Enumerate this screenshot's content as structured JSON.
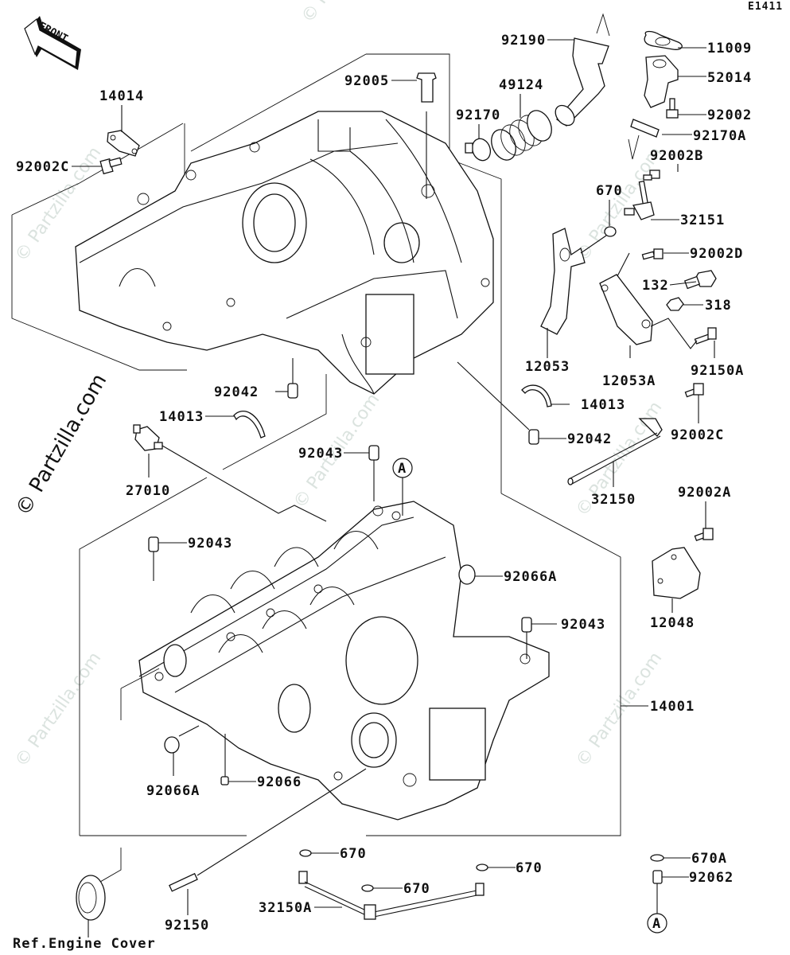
{
  "diagram": {
    "code": "E1411",
    "front_label": "FRONT",
    "watermark": "© Partzilla.com",
    "reference_marker": "A",
    "ref_note": "Ref.Engine Cover",
    "parts": [
      {
        "id": "p14014",
        "label": "14014"
      },
      {
        "id": "p92002C_top",
        "label": "92002C"
      },
      {
        "id": "p92005",
        "label": "92005"
      },
      {
        "id": "p92190",
        "label": "92190"
      },
      {
        "id": "p49124",
        "label": "49124"
      },
      {
        "id": "p92170",
        "label": "92170"
      },
      {
        "id": "p11009",
        "label": "11009"
      },
      {
        "id": "p52014",
        "label": "52014"
      },
      {
        "id": "p92002",
        "label": "92002"
      },
      {
        "id": "p92170A",
        "label": "92170A"
      },
      {
        "id": "p92002B",
        "label": "92002B"
      },
      {
        "id": "p670_top",
        "label": "670"
      },
      {
        "id": "p32151",
        "label": "32151"
      },
      {
        "id": "p92002D",
        "label": "92002D"
      },
      {
        "id": "p132",
        "label": "132"
      },
      {
        "id": "p318",
        "label": "318"
      },
      {
        "id": "p12053",
        "label": "12053"
      },
      {
        "id": "p12053A",
        "label": "12053A"
      },
      {
        "id": "p92150A",
        "label": "92150A"
      },
      {
        "id": "p92042_left",
        "label": "92042"
      },
      {
        "id": "p14013_left",
        "label": "14013"
      },
      {
        "id": "p14013_right",
        "label": "14013"
      },
      {
        "id": "p92042_right",
        "label": "92042"
      },
      {
        "id": "p92002C_right",
        "label": "92002C"
      },
      {
        "id": "p27010",
        "label": "27010"
      },
      {
        "id": "p92043_top",
        "label": "92043"
      },
      {
        "id": "p32150",
        "label": "32150"
      },
      {
        "id": "p92002A",
        "label": "92002A"
      },
      {
        "id": "p92043_left",
        "label": "92043"
      },
      {
        "id": "p92066A_right",
        "label": "92066A"
      },
      {
        "id": "p92043_right",
        "label": "92043"
      },
      {
        "id": "p12048",
        "label": "12048"
      },
      {
        "id": "p14001",
        "label": "14001"
      },
      {
        "id": "p92066A_left",
        "label": "92066A"
      },
      {
        "id": "p92066",
        "label": "92066"
      },
      {
        "id": "p670_a",
        "label": "670"
      },
      {
        "id": "p670_b",
        "label": "670"
      },
      {
        "id": "p670_c",
        "label": "670"
      },
      {
        "id": "p670A",
        "label": "670A"
      },
      {
        "id": "p92062",
        "label": "92062"
      },
      {
        "id": "p32150A",
        "label": "32150A"
      },
      {
        "id": "p92150",
        "label": "92150"
      }
    ]
  }
}
